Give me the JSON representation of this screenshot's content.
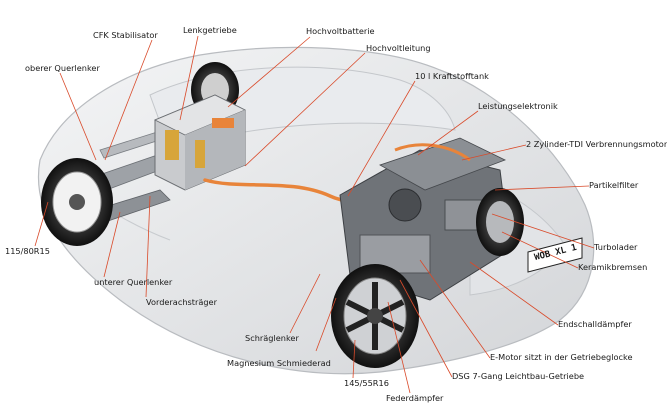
{
  "labels": {
    "cfk_stabilisator": "CFK Stabilisator",
    "lenkgetriebe": "Lenkgetriebe",
    "hochvoltbatterie": "Hochvoltbatterie",
    "hochvoltleitung": "Hochvoltleitung",
    "oberer_querlenker": "oberer Querlenker",
    "kraftstofftank": "10 l Kraftstofftank",
    "leistungselektronik": "Leistungselektronik",
    "verbrennungsmotor": "2 Zylinder-TDI Verbrennungsmotor",
    "partikelfilter": "Partikelfilter",
    "turbolader": "Turbolader",
    "keramikbremsen": "Keramikbremsen",
    "endschalldaempfer": "Endschalldämpfer",
    "emotor": "E-Motor sitzt in der Getriebeglocke",
    "dsg": "DSG 7-Gang Leichtbau-Getriebe",
    "federdaempfer": "Federdämpfer",
    "reifen_hinten": "145/55R16",
    "magnesium": "Magnesium Schmiederad",
    "schraeglenker": "Schräglenker",
    "vorderachstraeger": "Vorderachsträger",
    "unterer_querlenker": "unterer Querlenker",
    "reifen_vorne": "115/80R15"
  },
  "license_plate": "WOB XL 1",
  "colors": {
    "leader": "#d94a2a",
    "cable": "#e8843a",
    "wheel": "#1c1c1c",
    "body": "#d9dadc"
  }
}
